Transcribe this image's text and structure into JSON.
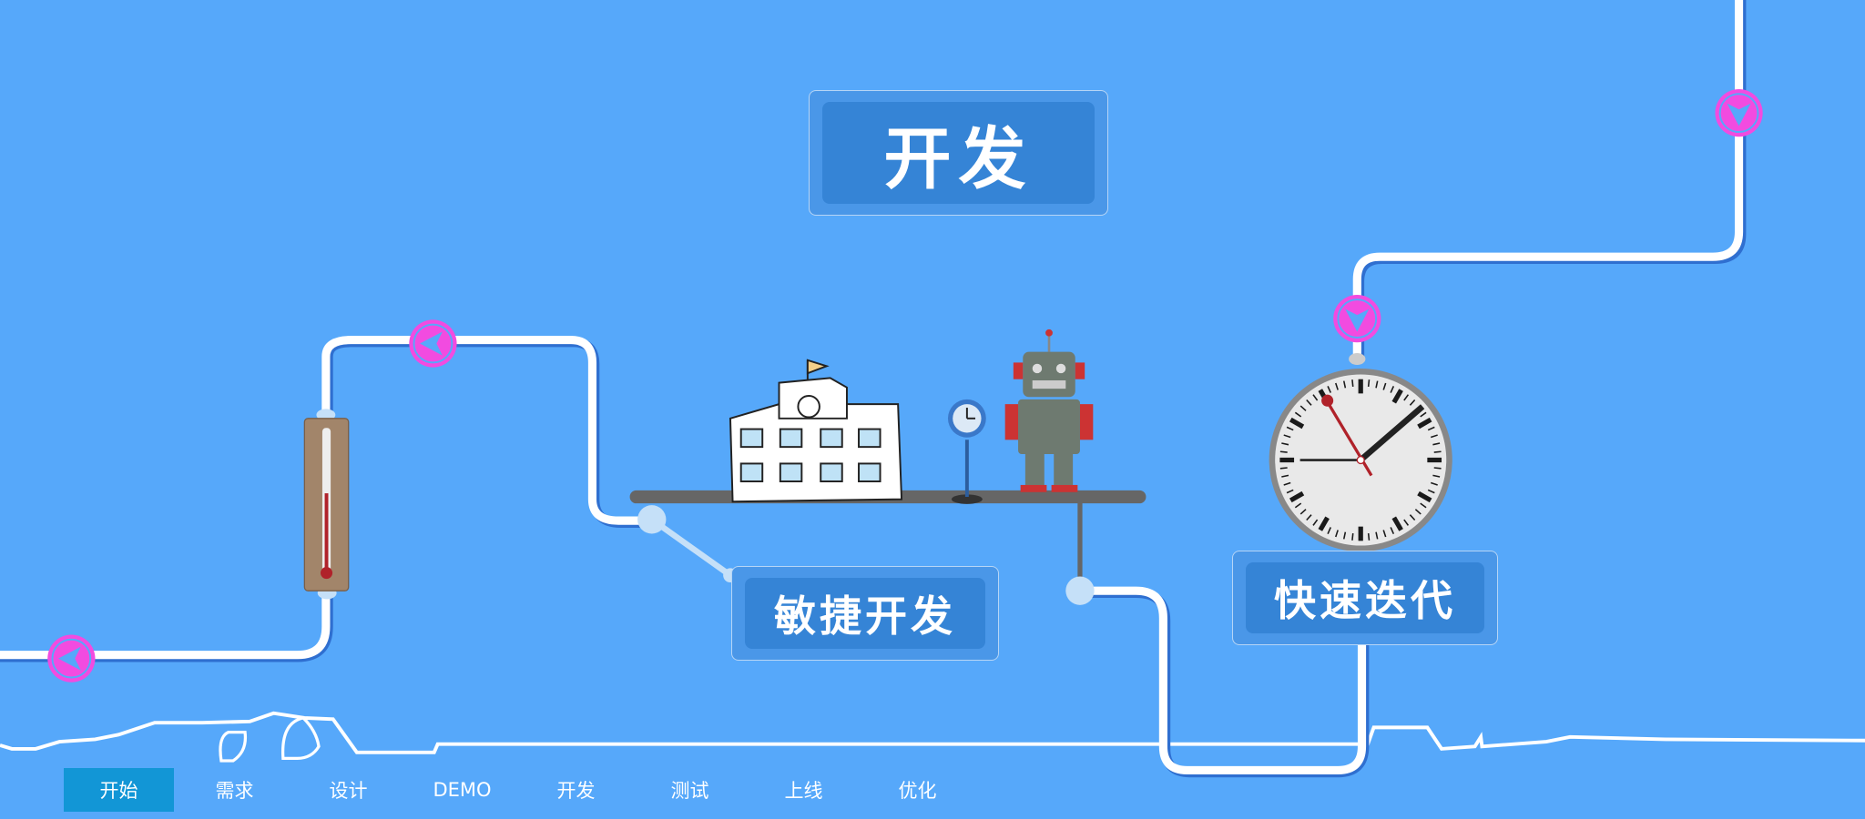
{
  "title": "开发",
  "labels": {
    "agile": "敏捷开发",
    "iteration": "快速迭代"
  },
  "nav": {
    "items": [
      {
        "label": "开始",
        "active": true
      },
      {
        "label": "需求"
      },
      {
        "label": "设计"
      },
      {
        "label": "DEMO"
      },
      {
        "label": "开发"
      },
      {
        "label": "测试"
      },
      {
        "label": "上线"
      },
      {
        "label": "优化"
      }
    ]
  },
  "colors": {
    "background": "#56a8fa",
    "arrow": "#f24be0",
    "box": "#3584d6",
    "nav_active": "#1296d6"
  }
}
